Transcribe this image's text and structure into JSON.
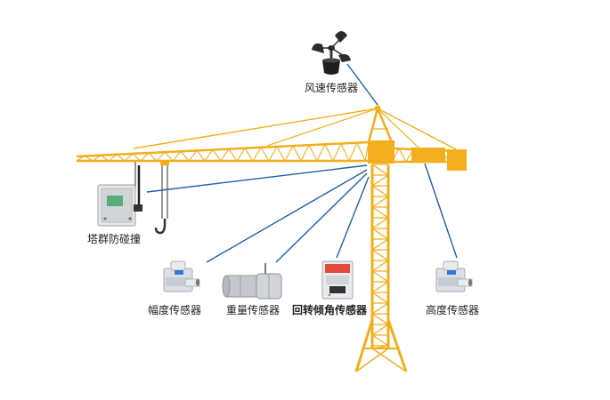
{
  "colors": {
    "crane": "#F2AE1C",
    "crane_dark": "#D99412",
    "connector": "#1F5FA8",
    "device_gray": "#D9DCE0",
    "device_blue": "#2F7BD8",
    "label": "#222222"
  },
  "labels": {
    "wind_sensor": "风速传感器",
    "anti_collision": "塔群防碰撞",
    "amplitude_sensor": "幅度传感器",
    "weight_sensor": "重量传感器",
    "rotation_tilt_sensor": "回转倾角传感器",
    "height_sensor": "高度传感器"
  },
  "icons": {
    "wind": "anemometer-icon",
    "anti_collision": "wireless-box-icon",
    "amplitude": "encoder-sensor-icon",
    "weight": "load-pin-icon",
    "rotation_tilt": "tilt-meter-icon",
    "height": "encoder-sensor-icon"
  }
}
